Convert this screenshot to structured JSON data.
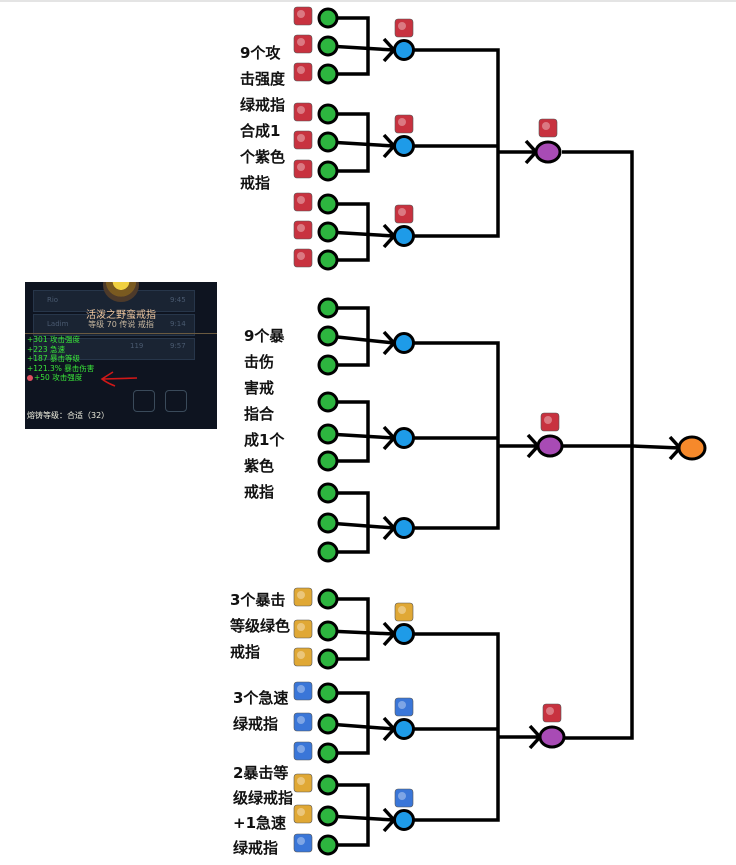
{
  "colors": {
    "green_node": "#2db53f",
    "blue_node": "#1e9be8",
    "purple_node": "#a84bb5",
    "orange_node": "#f6892b",
    "line": "#000000",
    "gem_red": "#c8323f",
    "gem_gold": "#e0a835",
    "gem_blue": "#3a76d8"
  },
  "ring_card": {
    "item_name": "活泼之野蛮戒指",
    "item_level": "等级 70 传说 戒指",
    "stats": [
      "+301 攻击强度",
      "+223 急速",
      "+187 暴击等级",
      "+121.3% 暴击伤害",
      "+50 攻击强度"
    ],
    "gem_stat_index": 4,
    "footer": "熔铸等级：合适（32）",
    "ghost_rows": [
      [
        "Rio",
        "9:45"
      ],
      [
        "Ladim",
        "9:14"
      ],
      [
        "119",
        "9:57"
      ]
    ]
  },
  "groups": [
    {
      "label": "9个攻\n击强度\n绿戒指\n合成1\n个紫色\n戒指",
      "triples": [
        {
          "inputs": [
            "red",
            "red",
            "red"
          ],
          "output_gem": "red"
        },
        {
          "inputs": [
            "red",
            "red",
            "red"
          ],
          "output_gem": "red"
        },
        {
          "inputs": [
            "red",
            "red",
            "red"
          ],
          "output_gem": "red"
        }
      ],
      "purple_gem": "red"
    },
    {
      "label": "9个暴\n击伤\n害戒\n指合\n成1个\n紫色\n戒指",
      "triples": [
        {
          "inputs": [
            null,
            null,
            null
          ],
          "output_gem": null
        },
        {
          "inputs": [
            null,
            null,
            null
          ],
          "output_gem": null
        },
        {
          "inputs": [
            null,
            null,
            null
          ],
          "output_gem": null
        }
      ],
      "purple_gem": "red"
    },
    {
      "labels": [
        "3个暴击\n等级绿色\n戒指",
        "3个急速\n绿戒指",
        "2暴击等\n级绿戒指\n+1急速\n绿戒指"
      ],
      "triples": [
        {
          "inputs": [
            "gold",
            "gold",
            "gold"
          ],
          "output_gem": "gold"
        },
        {
          "inputs": [
            "blue",
            "blue",
            "blue"
          ],
          "output_gem": "blue"
        },
        {
          "inputs": [
            "gold",
            "gold",
            "blue"
          ],
          "output_gem": "blue"
        }
      ],
      "purple_gem": "red"
    }
  ],
  "final_node": "orange"
}
